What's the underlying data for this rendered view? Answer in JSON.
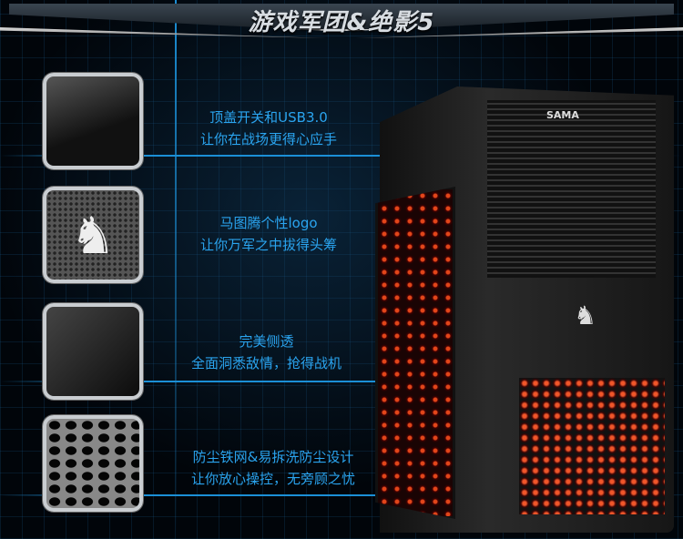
{
  "banner": {
    "title": "游戏军团&绝影5"
  },
  "features": [
    {
      "line1": "顶盖开关和USB3.0",
      "line2": "让你在战场更得心应手",
      "thumb_icon": "top-panel-usb-thumbnail"
    },
    {
      "line1": "马图腾个性logo",
      "line2": "让你万军之中拔得头筹",
      "thumb_icon": "horse-logo-thumbnail"
    },
    {
      "line1": "完美侧透",
      "line2": "全面洞悉敌情，抢得战机",
      "thumb_icon": "side-window-thumbnail"
    },
    {
      "line1": "防尘铁网&易拆洗防尘设计",
      "line2": "让你放心操控，无旁顾之忧",
      "thumb_icon": "dust-filter-thumbnail"
    }
  ],
  "product": {
    "brand": "SAMA"
  },
  "colors": {
    "accent": "#2aa4ef",
    "background": "#01050a"
  }
}
